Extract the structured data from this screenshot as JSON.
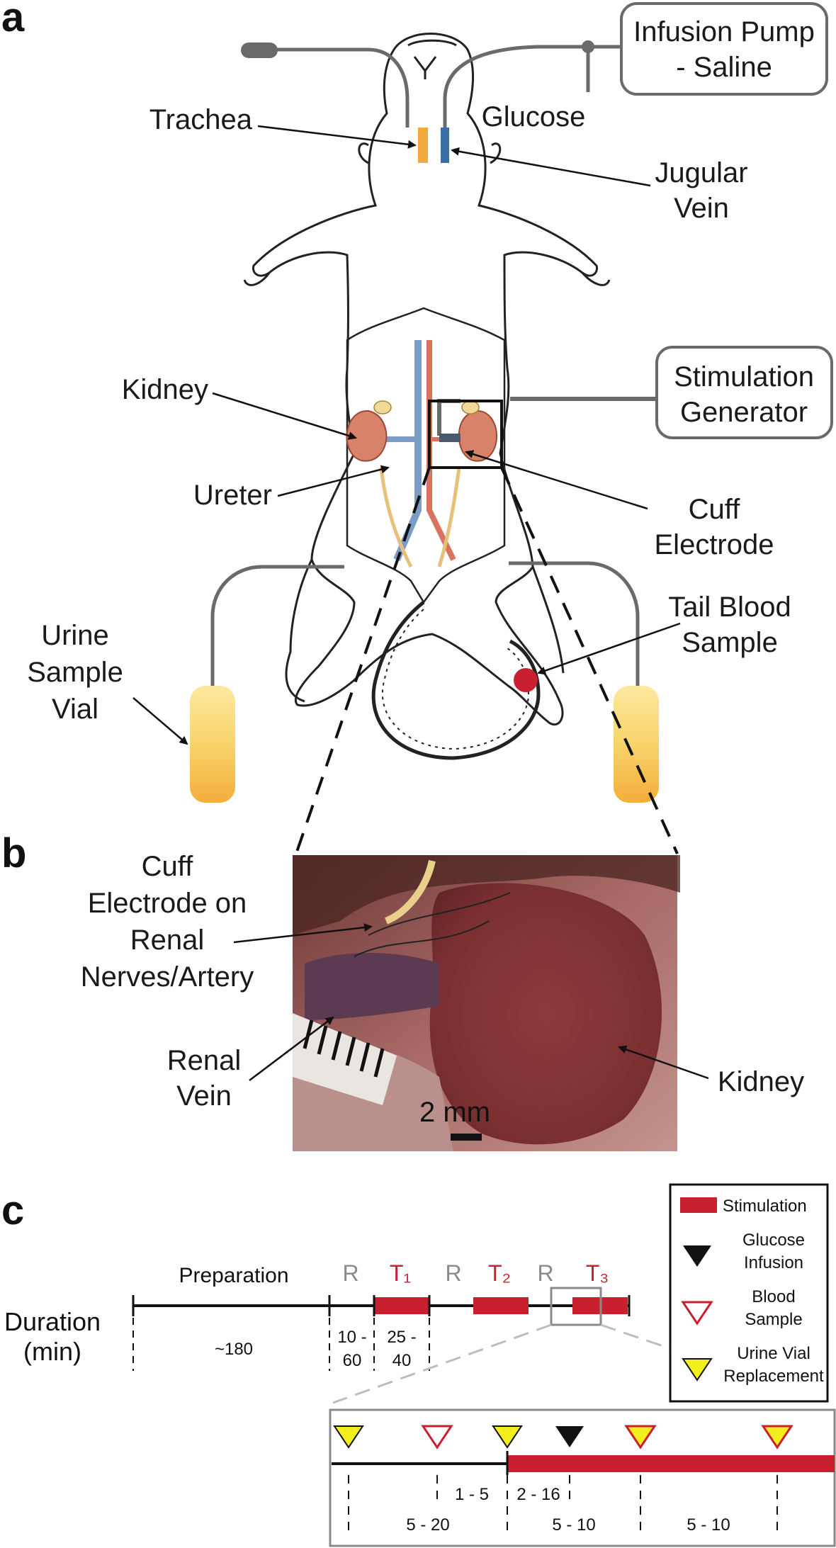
{
  "panels": {
    "a": "a",
    "b": "b",
    "c": "c"
  },
  "panel_a": {
    "infusion_pump": "Infusion Pump - Saline",
    "infusion_pump_line1": "Infusion Pump",
    "infusion_pump_line2": "- Saline",
    "glucose": "Glucose",
    "trachea": "Trachea",
    "jugular_vein_line1": "Jugular",
    "jugular_vein_line2": "Vein",
    "kidney": "Kidney",
    "ureter": "Ureter",
    "stim_gen_line1": "Stimulation",
    "stim_gen_line2": "Generator",
    "cuff_line1": "Cuff",
    "cuff_line2": "Electrode",
    "tail_line1": "Tail Blood",
    "tail_line2": "Sample",
    "urine_line1": "Urine",
    "urine_line2": "Sample",
    "urine_line3": "Vial"
  },
  "panel_b": {
    "cuff_line1": "Cuff",
    "cuff_line2": "Electrode on",
    "cuff_line3": "Renal",
    "cuff_line4": "Nerves/Artery",
    "renal_line1": "Renal",
    "renal_line2": "Vein",
    "kidney": "Kidney",
    "scale": "2 mm"
  },
  "panel_c": {
    "preparation": "Preparation",
    "rest1": "R",
    "rest2": "R",
    "rest3": "R",
    "t1": "T₁",
    "t2": "T₂",
    "t3": "T₃",
    "duration_line1": "Duration",
    "duration_line2": "(min)",
    "d_prep": "~180",
    "d_rest_a": "10 -",
    "d_rest_b": "60",
    "d_t_a": "25 -",
    "d_t_b": "40",
    "legend": {
      "stimulation": "Stimulation",
      "glucose_a": "Glucose",
      "glucose_b": "Infusion",
      "blood_a": "Blood",
      "blood_b": "Sample",
      "urine_a": "Urine Vial",
      "urine_b": "Replacement"
    },
    "zoom": {
      "d1": "1 - 5",
      "d2": "2 - 16",
      "d3": "5 - 20",
      "d4": "5 - 10",
      "d5": "5 - 10"
    }
  },
  "colors": {
    "stim_red": "#c8202e",
    "trachea_orange": "#f3a93d",
    "jugular_blue": "#3b6ea5",
    "vial_yellow": "#f6c24a",
    "marker_yellow": "#f2ee1e",
    "tube_gray": "#6a6a6a",
    "kidney_brown": "#d9826a"
  }
}
